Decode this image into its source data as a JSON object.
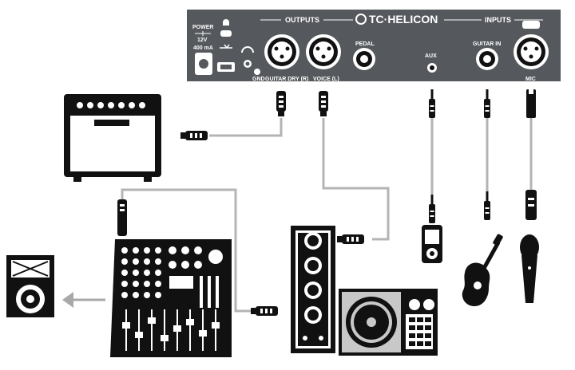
{
  "device": {
    "brand": "TC·HELICON",
    "power": {
      "title": "POWER",
      "voltage": "12V",
      "current": "400 mA"
    },
    "outputs_header": "OUTPUTS",
    "inputs_header": "INPUTS",
    "jacks": {
      "gnd": "GND",
      "guitar_dry": "GUITAR DRY (R)",
      "voice": "VOICE (L)",
      "pedal": "PEDAL",
      "aux": "AUX",
      "guitar_in": "GUITAR IN",
      "mic": "MIC"
    }
  },
  "peripherals": {
    "guitar_amp": "guitar-amplifier",
    "mixer": "mixing-console",
    "monitor": "floor-monitor-with-xlr-input",
    "pa_speaker": "pa-speaker",
    "media_player": "portable-media-player",
    "guitar": "acoustic-guitar",
    "microphone": "dynamic-microphone"
  },
  "colors": {
    "device": "#55585c",
    "cable": "#b4b4b4",
    "ink": "#111111",
    "arrow": "#a8a8a8"
  }
}
